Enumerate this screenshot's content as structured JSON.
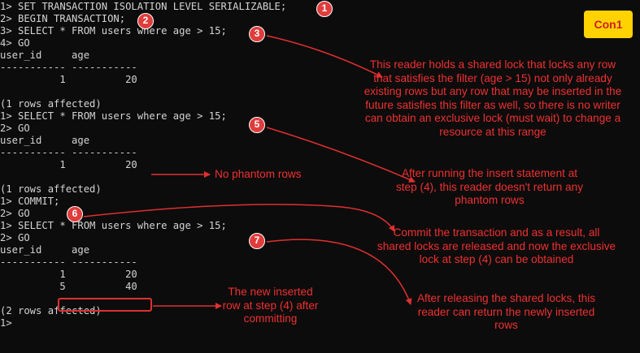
{
  "terminal": {
    "lines": [
      "1> SET TRANSACTION ISOLATION LEVEL SERIALIZABLE;",
      "2> BEGIN TRANSACTION;",
      "3> SELECT * FROM users where age > 15;",
      "4> GO",
      "user_id     age",
      "----------- -----------",
      "          1          20",
      "",
      "(1 rows affected)",
      "1> SELECT * FROM users where age > 15;",
      "2> GO",
      "user_id     age",
      "----------- -----------",
      "          1          20",
      "",
      "(1 rows affected)",
      "1> COMMIT;",
      "2> GO",
      "1> SELECT * FROM users where age > 15;",
      "2> GO",
      "user_id     age",
      "----------- -----------",
      "          1          20",
      "          5          40",
      "",
      "(2 rows affected)",
      "1>"
    ]
  },
  "connection_label": "Con1",
  "badges": [
    "1",
    "2",
    "3",
    "5",
    "6",
    "7"
  ],
  "notes": {
    "shared_lock": "This reader holds a shared lock that locks any row that satisfies the filter (age > 15) not only already existing rows but any row that may be inserted in the future satisfies this filter as well, so there is no writer can obtain an exclusive lock (must wait) to change a resource at this range",
    "no_phantom": "No phantom rows",
    "after_insert": "After running the insert statement at step (4), this reader doesn't return any phantom rows",
    "commit": "Commit the transaction and as a result, all shared locks are released and now the exclusive lock at step (4) can be obtained",
    "new_row": "The new inserted row at step (4) after committing",
    "after_release": "After releasing the shared locks, this reader can return the newly inserted rows"
  },
  "colors": {
    "background": "#0c0c0c",
    "terminal_text": "#d4d4d4",
    "annotation_red": "#f03030",
    "badge_red": "#e03c3c",
    "con_badge_yellow": "#ffd200"
  }
}
